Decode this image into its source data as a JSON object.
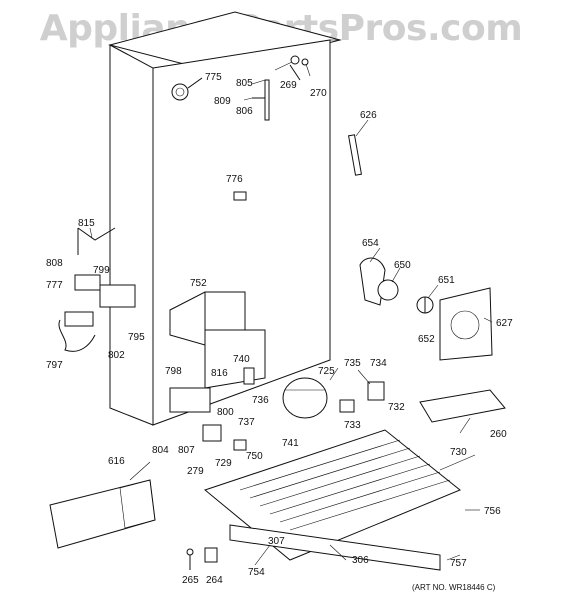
{
  "watermark": "AppliancePartsPros.com",
  "art_number": "(ART NO. WR18446 C)",
  "callouts": {
    "c775": "775",
    "c805": "805",
    "c269": "269",
    "c270": "270",
    "c809": "809",
    "c806": "806",
    "c626": "626",
    "c776": "776",
    "c815": "815",
    "c808": "808",
    "c799": "799",
    "c777": "777",
    "c795": "795",
    "c802": "802",
    "c797": "797",
    "c752": "752",
    "c654": "654",
    "c650": "650",
    "c651": "651",
    "c652": "652",
    "c627": "627",
    "c740": "740",
    "c798": "798",
    "c816": "816",
    "c725": "725",
    "c735": "735",
    "c734": "734",
    "c732": "732",
    "c736": "736",
    "c800": "800",
    "c737": "737",
    "c733": "733",
    "c260": "260",
    "c804": "804",
    "c807": "807",
    "c741": "741",
    "c729": "729",
    "c750": "750",
    "c616": "616",
    "c279": "279",
    "c730": "730",
    "c756": "756",
    "c307": "307",
    "c306": "306",
    "c265": "265",
    "c264": "264",
    "c754": "754",
    "c757": "757"
  }
}
